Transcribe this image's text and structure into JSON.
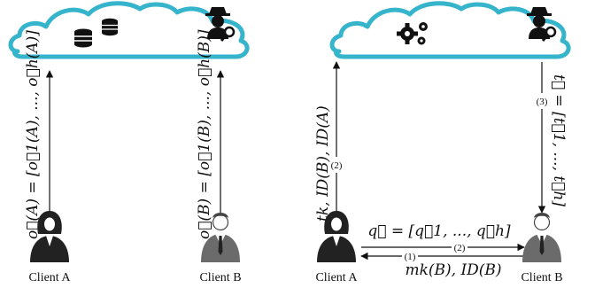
{
  "left": {
    "client_a_label": "Client A",
    "client_b_label": "Client B",
    "upload_a_label": "o⃗(A) = [o⃗1(A), ..., o⃗h(A)]",
    "upload_b_label": "o⃗(B) = [o⃗1(B), ..., o⃗h(B)]",
    "cloud_icons": [
      "database-icon",
      "database-icon",
      "spy-icon"
    ]
  },
  "right": {
    "client_a_label": "Client A",
    "client_b_label": "Client B",
    "a_to_cloud_label": "tk, ID(B), ID(A)",
    "a_to_cloud_step": "(2)",
    "cloud_to_b_label": "t⃗ = [t⃗1, ..., t⃗h]",
    "cloud_to_b_step": "(3)",
    "a_to_b_label": "q⃗ = [q⃗1, ..., q⃗h]",
    "a_to_b_step": "(2)",
    "b_to_a_label": "mk(B), ID(B)",
    "b_to_a_step": "(1)",
    "cloud_icons": [
      "gears-icon",
      "spy-icon"
    ]
  },
  "colors": {
    "cloud_stroke": "#35b4cc",
    "cloud_fill": "#ffffff",
    "arrow": "#111111",
    "person_dark": "#222222",
    "person_gray": "#6b6b6b"
  }
}
